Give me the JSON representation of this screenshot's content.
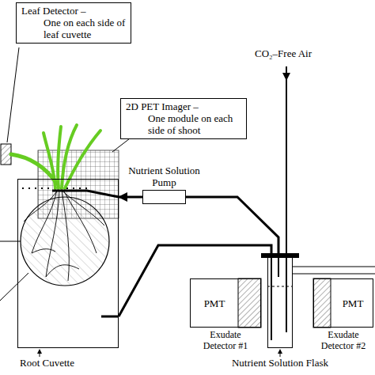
{
  "diagram": {
    "nodes": [
      {
        "text": [
          "Leaf Detector –",
          "One on each side of leaf cuvette"
        ]
      },
      {
        "text": [
          "2D PET Imager –",
          "One module on each side of shoot"
        ]
      },
      {
        "text": [
          "Nutrient Solution Pump"
        ]
      },
      {
        "text": [
          "Root Cuvette"
        ]
      },
      {
        "text": [
          "PMT",
          "Exudate Detector #1"
        ]
      },
      {
        "text": [
          "Nutrient Solution Flask"
        ]
      },
      {
        "text": [
          "PMT",
          "Exudate Detector #2"
        ]
      }
    ],
    "edges": [
      {
        "from": 2,
        "to": 3,
        "arrow": "to"
      },
      {
        "from": 2,
        "to": 5,
        "arrow": "none"
      },
      {
        "from": 3,
        "to": 5,
        "arrow": "none"
      }
    ],
    "labels": [
      "CO₂–Free Air"
    ]
  }
}
